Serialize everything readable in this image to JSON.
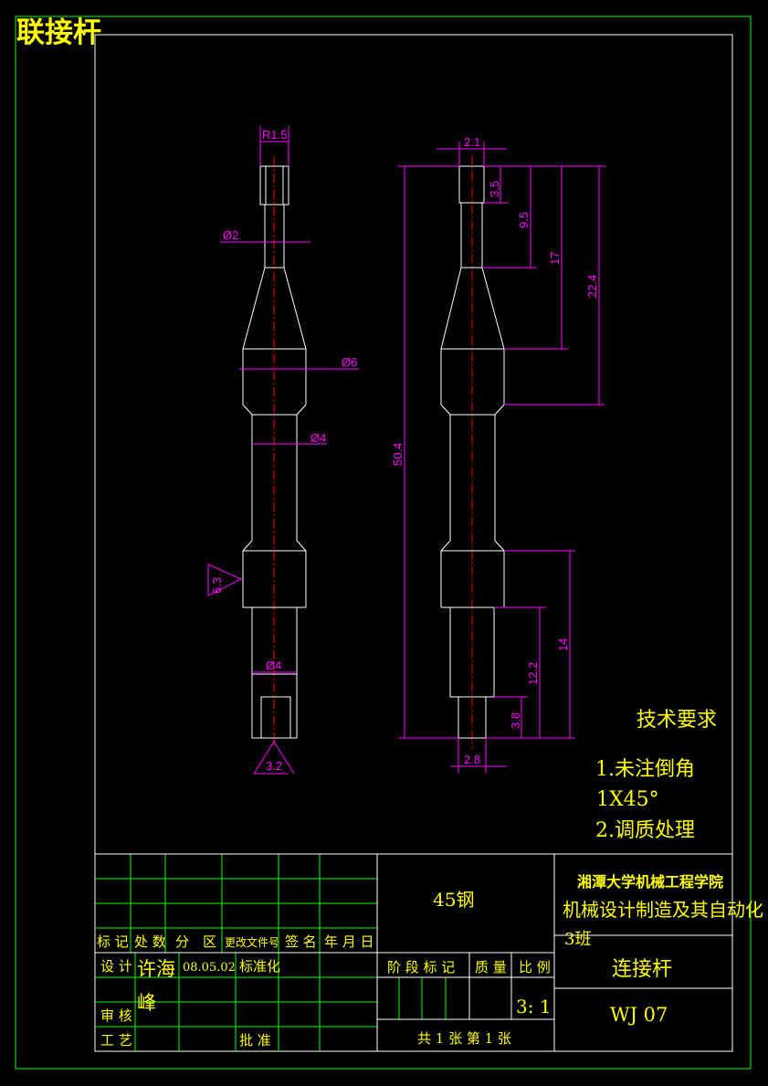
{
  "title": "联接杆",
  "tech_requirements": {
    "heading": "技术要求",
    "line1": "1.未注倒角",
    "line2": "1X45°",
    "line3": "2.调质处理"
  },
  "dimensions": {
    "r_top": "R1.5",
    "d2": "Ø2",
    "d6": "Ø6",
    "d4a": "Ø4",
    "d4b": "Ø4",
    "rough_a": "6.3",
    "rough_b": "3.2",
    "w_top": "2.1",
    "w_bottom": "2.8",
    "v35": "3.5",
    "v95": "9.5",
    "v17": "17",
    "v224": "22.4",
    "v504": "50.4",
    "v14": "14",
    "v122": "12.2",
    "v38": "3.8"
  },
  "title_block": {
    "material": "45钢",
    "school": "湘潭大学机械工程学院",
    "major": "机械设计制造及其自动化",
    "class": "3班",
    "part_name": "连接杆",
    "drawing_no": "WJ 07",
    "hdr_mark": "标 记",
    "hdr_count": "处 数",
    "hdr_zone": "分　区",
    "hdr_docno": "更改文件号",
    "hdr_sign": "签 名",
    "hdr_date": "年 月 日",
    "design_label": "设 计",
    "designer_a": "许海",
    "designer_b": "峰",
    "design_date": "08.05.02",
    "standardize": "标准化",
    "review": "审 核",
    "process": "工 艺",
    "approve": "批 准",
    "stage_mark": "阶 段 标 记",
    "weight": "质 量",
    "scale_label": "比 例",
    "scale": "3: 1",
    "sheets": "共 1 张  第 1 张"
  }
}
